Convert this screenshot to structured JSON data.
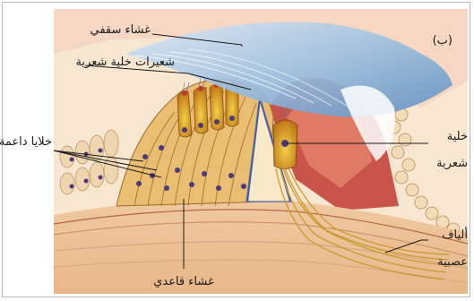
{
  "panel_letter": "(ب)",
  "labels": {
    "tectorial_membrane": "غشاء سقفي",
    "hair_cell_stereocilia": "شعيرات خلية شعرية",
    "supporting_cells": "خلايا داعمة",
    "hair_cell_line1": "خلية",
    "hair_cell_line2": "شعرية",
    "nerve_fibers_line1": "ألياف",
    "nerve_fibers_line2": "عصبية",
    "basilar_membrane": "غشاء قاعدي"
  },
  "colors": {
    "background_tissue": "#f3d9b9",
    "supporting_cell": "#e8b870",
    "hair_cell": "#d8a020",
    "membrane_blue": "#8fb4d8",
    "nerve": "#c89a30",
    "red_tissue": "#b8403a",
    "nuclei": "#5a4a8a"
  }
}
